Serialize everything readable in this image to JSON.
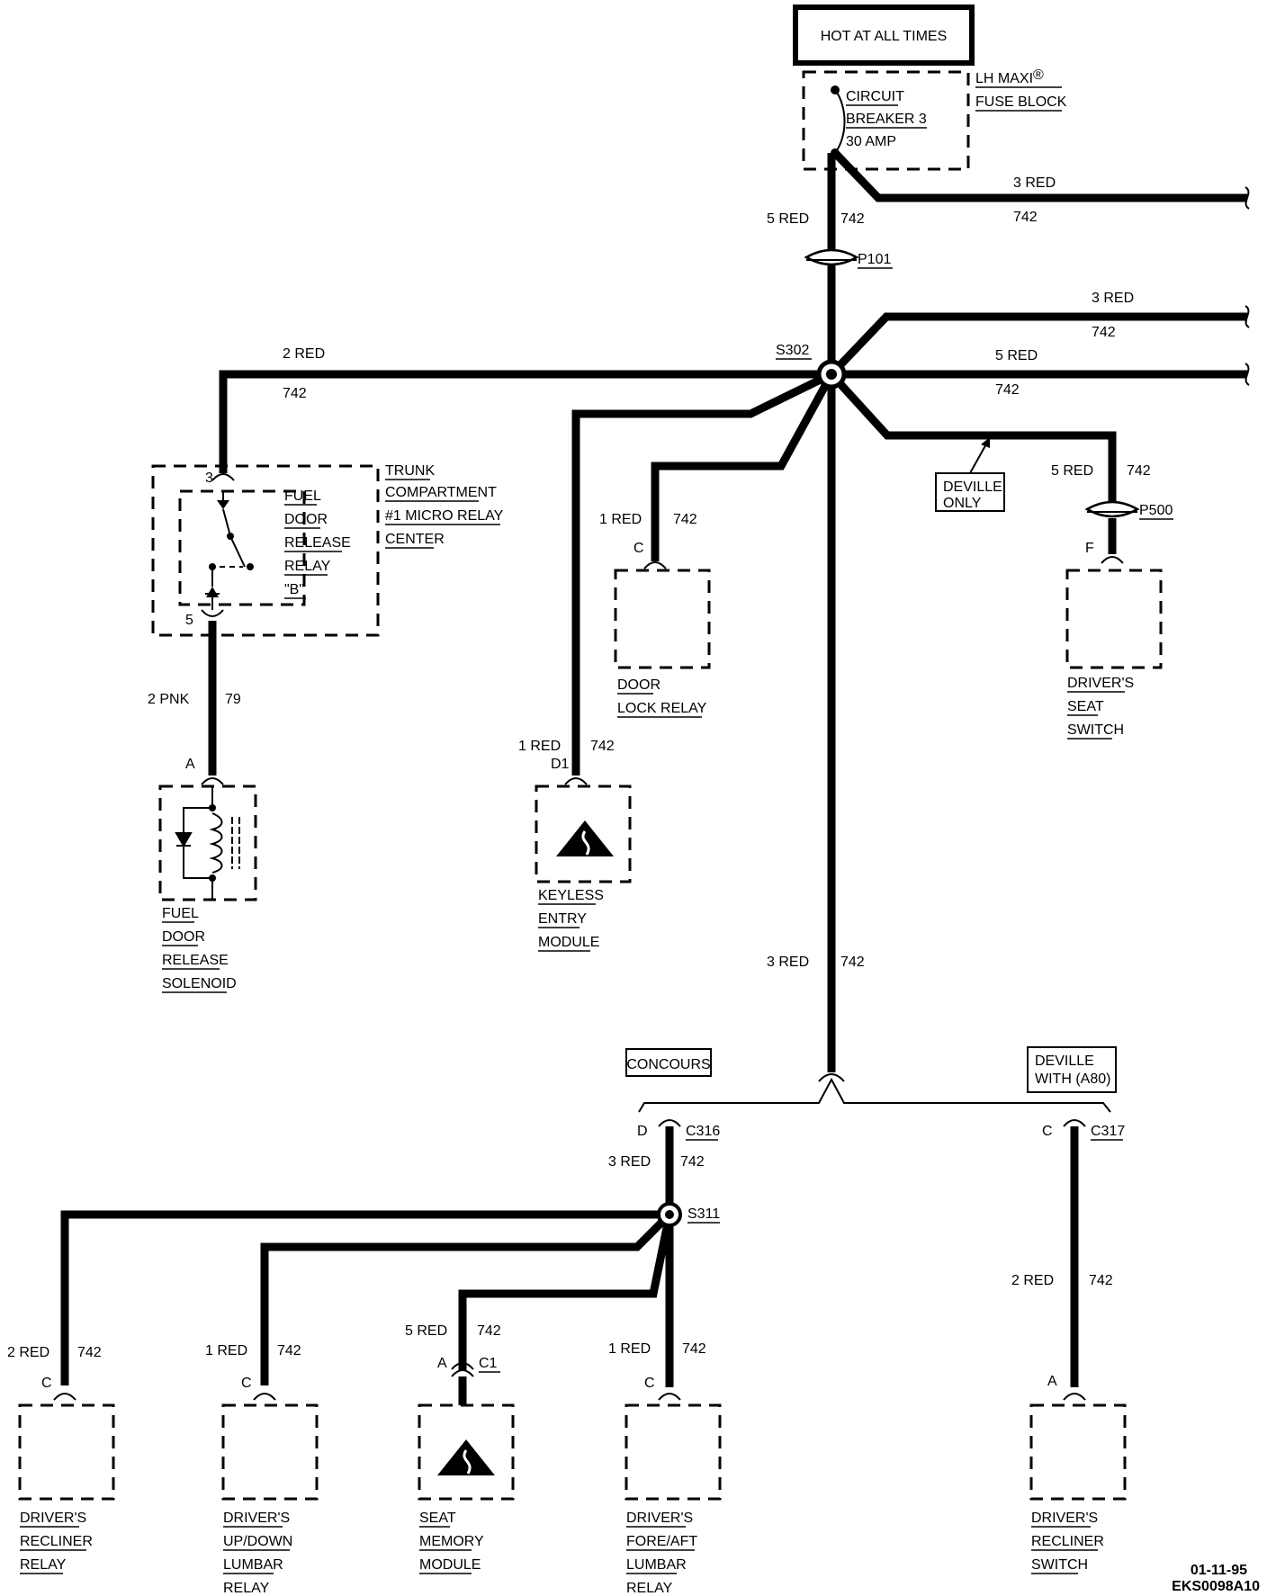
{
  "hot_box": "HOT AT ALL TIMES",
  "fuse_block": {
    "label1": "LH MAXI",
    "label2": "FUSE BLOCK",
    "reg": "®",
    "cb1": "CIRCUIT",
    "cb2": "BREAKER 3",
    "cb3": "30 AMP"
  },
  "wire_top": {
    "size": "5 RED",
    "circuit": "742"
  },
  "wire_right1": {
    "size": "3 RED",
    "circuit": "742"
  },
  "p101": "P101",
  "s302": "S302",
  "wire_right2": {
    "size": "3 RED",
    "circuit": "742"
  },
  "wire_right3": {
    "size": "5 RED",
    "circuit": "742"
  },
  "wire_left": {
    "size": "2 RED",
    "circuit": "742"
  },
  "relay_center": {
    "pin3": "3",
    "pin5": "5",
    "l1": "FUEL",
    "l2": "DOOR",
    "l3": "RELEASE",
    "l4": "RELAY",
    "l5": "\"B\"",
    "c1": "TRUNK",
    "c2": "COMPARTMENT",
    "c3": "#1 MICRO RELAY",
    "c4": "CENTER"
  },
  "wire_pnk": {
    "size": "2 PNK",
    "circuit": "79"
  },
  "solenoid": {
    "pin": "A",
    "l1": "FUEL",
    "l2": "DOOR",
    "l3": "RELEASE",
    "l4": "SOLENOID"
  },
  "keyless": {
    "size": "1 RED",
    "circuit": "742",
    "pin": "D1",
    "l1": "KEYLESS",
    "l2": "ENTRY",
    "l3": "MODULE"
  },
  "door_lock": {
    "size": "1 RED",
    "circuit": "742",
    "pin": "C",
    "l1": "DOOR",
    "l2": "LOCK RELAY"
  },
  "deville_only": {
    "l1": "DEVILLE",
    "l2": "ONLY"
  },
  "seat_switch": {
    "size": "5 RED",
    "circuit": "742",
    "conn": "P500",
    "pin": "F",
    "l1": "DRIVER'S",
    "l2": "SEAT",
    "l3": "SWITCH"
  },
  "wire_down": {
    "size": "3 RED",
    "circuit": "742"
  },
  "concours": "CONCOURS",
  "deville_a80": {
    "l1": "DEVILLE",
    "l2": "WITH (A80)"
  },
  "c316": {
    "pin": "D",
    "conn": "C316",
    "size": "3 RED",
    "circuit": "742"
  },
  "s311": "S311",
  "c317": {
    "pin": "C",
    "conn": "C317",
    "size": "2 RED",
    "circuit": "742"
  },
  "recliner_relay": {
    "size": "2 RED",
    "circuit": "742",
    "pin": "C",
    "l1": "DRIVER'S",
    "l2": "RECLINER",
    "l3": "RELAY"
  },
  "updown_relay": {
    "size": "1 RED",
    "circuit": "742",
    "pin": "C",
    "l1": "DRIVER'S",
    "l2": "UP/DOWN",
    "l3": "LUMBAR",
    "l4": "RELAY"
  },
  "seat_memory": {
    "size": "5 RED",
    "circuit": "742",
    "pin": "A",
    "conn": "C1",
    "l1": "SEAT",
    "l2": "MEMORY",
    "l3": "MODULE"
  },
  "foreaft_relay": {
    "size": "1 RED",
    "circuit": "742",
    "pin": "C",
    "l1": "DRIVER'S",
    "l2": "FORE/AFT",
    "l3": "LUMBAR",
    "l4": "RELAY"
  },
  "recliner_switch": {
    "pin": "A",
    "l1": "DRIVER'S",
    "l2": "RECLINER",
    "l3": "SWITCH"
  },
  "footer": {
    "date": "01-11-95",
    "code": "EKS0098A10"
  }
}
